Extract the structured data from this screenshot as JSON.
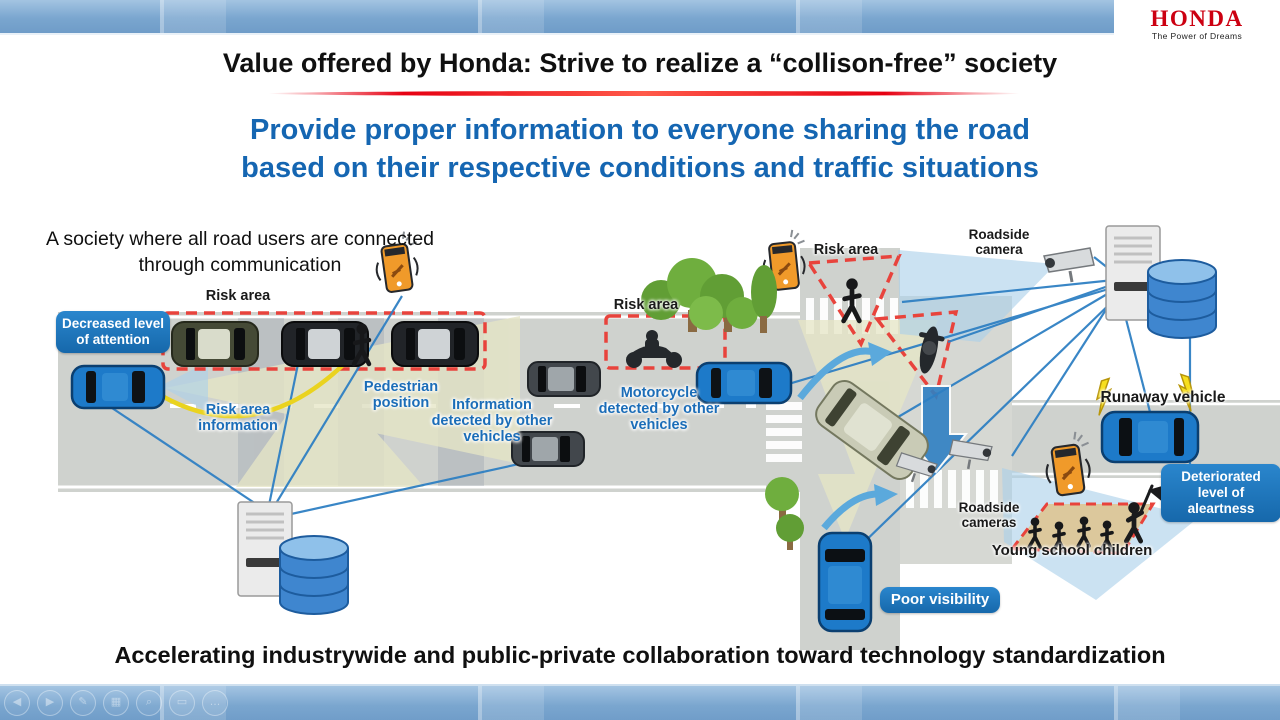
{
  "brand": {
    "logo_text": "HONDA",
    "tagline": "The Power of Dreams"
  },
  "header": {
    "title": "Value offered by Honda: Strive to realize a “collison-free” society"
  },
  "subtitle": {
    "line1": "Provide proper information to everyone sharing the road",
    "line2": "based on their respective conditions and traffic situations"
  },
  "intro": {
    "line1": "A society where all road users are connected",
    "line2": "through communication"
  },
  "footer": {
    "text": "Accelerating industrywide and public-private collaboration toward technology standardization"
  },
  "diagram": {
    "black_labels": {
      "risk_area_parked": "Risk area",
      "risk_area_motorcycle": "Risk area",
      "risk_area_pedestrian": "Risk area",
      "roadside_camera": "Roadside camera",
      "roadside_cameras": "Roadside cameras",
      "runaway_vehicle": "Runaway vehicle",
      "young_school_children": "Young school children"
    },
    "blue_notes": {
      "risk_area_information": "Risk area information",
      "pedestrian_position": "Pedestrian position",
      "information_detected": "Information detected by other vehicles",
      "motorcycle_detected": "Motorcycle detected by other vehicles"
    },
    "badges": {
      "decreased": "Decreased level of attention",
      "deteriorated": "Deteriorated level of aleartness",
      "poor_visibility": "Poor visibility"
    }
  },
  "controls": [
    {
      "name": "previous-slide",
      "glyph": "◀"
    },
    {
      "name": "next-slide",
      "glyph": "▶"
    },
    {
      "name": "pen-tool",
      "glyph": "✎"
    },
    {
      "name": "see-all-slides",
      "glyph": "▦"
    },
    {
      "name": "zoom-tool",
      "glyph": "⌕"
    },
    {
      "name": "captions",
      "glyph": "▭"
    },
    {
      "name": "more-options",
      "glyph": "…"
    }
  ],
  "colors": {
    "accent_blue": "#1566b2",
    "honda_red": "#cc0011",
    "badge_blue": "#1f7cc5",
    "alert_red": "#e8433c",
    "link_blue": "#2f80c3"
  }
}
